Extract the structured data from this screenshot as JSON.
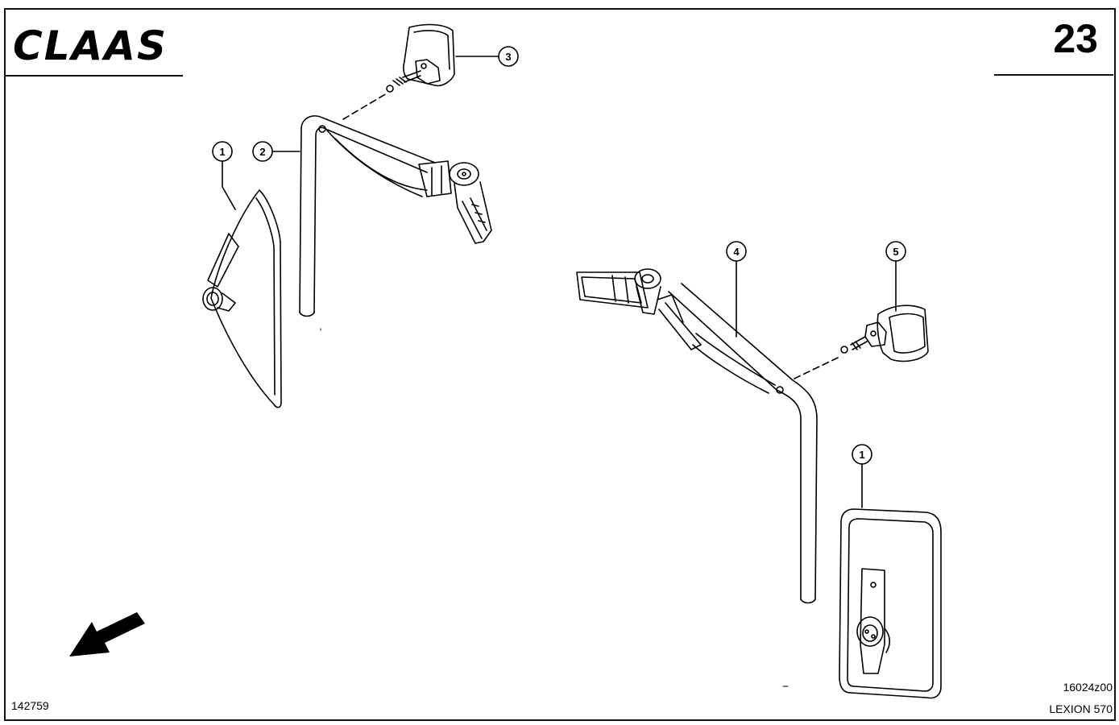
{
  "header": {
    "brand": "CLAAS",
    "page_number": "23"
  },
  "footer": {
    "illustration_no": "142759",
    "drawing_code": "16024z00",
    "model": "LEXION 570"
  },
  "callouts": [
    "1",
    "2",
    "3",
    "4",
    "5",
    "1"
  ],
  "icons": {
    "direction_arrow": "direction-arrow-icon"
  }
}
